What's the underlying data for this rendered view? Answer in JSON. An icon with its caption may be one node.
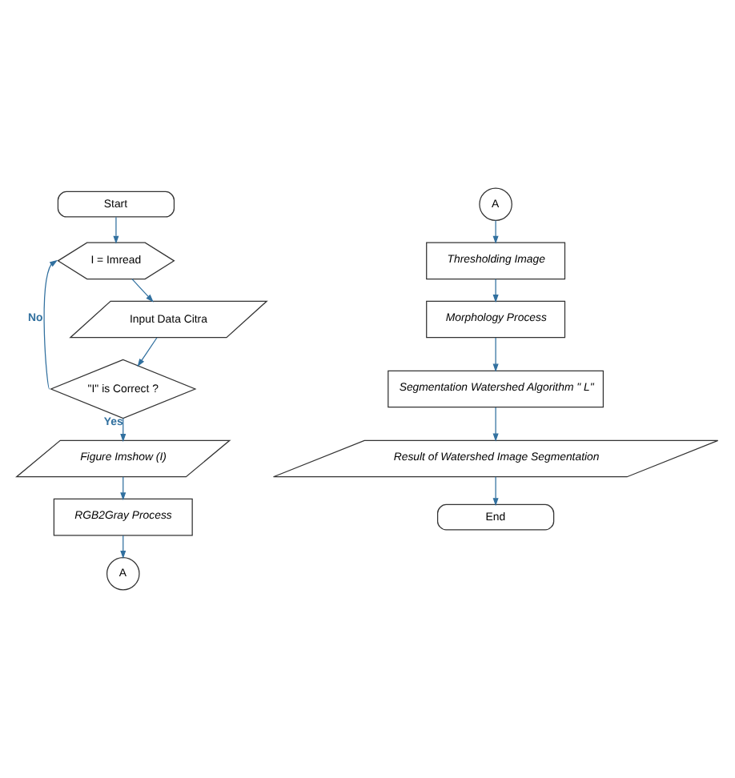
{
  "diagram": {
    "nodes": [
      {
        "text": [
          "Start"
        ]
      },
      {
        "text": [
          "I = Imread"
        ]
      },
      {
        "text": [
          "Input Data Citra"
        ]
      },
      {
        "text": [
          "\"I\" is Correct ?"
        ]
      },
      {
        "text": [
          "Figure Imshow (I)"
        ]
      },
      {
        "text": [
          "RGB2Gray Process"
        ]
      },
      {
        "text": [
          "A"
        ]
      },
      {
        "text": [
          "A"
        ]
      },
      {
        "text": [
          "Thresholding Image"
        ]
      },
      {
        "text": [
          "Morphology Process"
        ]
      },
      {
        "text": [
          "Segmentation Watershed Algorithm \" L\""
        ]
      },
      {
        "text": [
          "Result of Watershed Image Segmentation"
        ]
      },
      {
        "text": [
          "End"
        ]
      }
    ],
    "edges": [
      {
        "from": 0,
        "to": 1,
        "arrow": "to"
      },
      {
        "from": 1,
        "to": 2,
        "arrow": "to"
      },
      {
        "from": 2,
        "to": 3,
        "arrow": "to"
      },
      {
        "from": 3,
        "to": 1,
        "arrow": "to",
        "label": "No"
      },
      {
        "from": 3,
        "to": 4,
        "arrow": "to",
        "label": "Yes"
      },
      {
        "from": 4,
        "to": 5,
        "arrow": "to"
      },
      {
        "from": 5,
        "to": 6,
        "arrow": "to"
      },
      {
        "from": 7,
        "to": 8,
        "arrow": "to"
      },
      {
        "from": 8,
        "to": 9,
        "arrow": "to"
      },
      {
        "from": 9,
        "to": 10,
        "arrow": "to"
      },
      {
        "from": 10,
        "to": 11,
        "arrow": "to"
      },
      {
        "from": 11,
        "to": 12,
        "arrow": "to"
      }
    ]
  }
}
